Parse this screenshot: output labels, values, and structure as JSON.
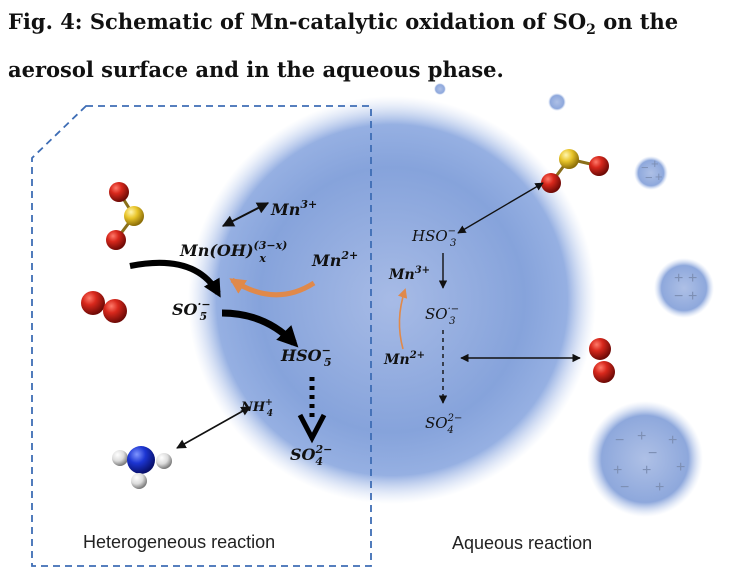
{
  "figure": {
    "title_prefix": "Fig. 4: Schematic of Mn-catalytic oxidation of SO",
    "title_sub": "2",
    "title_suffix": " on the aerosol surface and in the aqueous phase."
  },
  "regions": {
    "heterogeneous_label": "Heterogeneous reaction",
    "aqueous_label": "Aqueous reaction"
  },
  "heterogeneous": {
    "mn3": {
      "base": "Mn",
      "sup": "3+"
    },
    "mn_oh": {
      "base": "Mn(OH)",
      "sub": "x",
      "sup": "(3−x)"
    },
    "mn2": {
      "base": "Mn",
      "sup": "2+"
    },
    "so5_radical": {
      "base": "SO",
      "sub": "5",
      "sup": "·−"
    },
    "hso5": {
      "base": "HSO",
      "sub": "5",
      "sup": "−"
    },
    "so4": {
      "base": "SO",
      "sub": "4",
      "sup": "2−"
    },
    "nh4": {
      "base": "NH",
      "sub": "4",
      "sup": "+"
    }
  },
  "aqueous": {
    "hso3": {
      "base": "HSO",
      "sub": "3",
      "sup": "−"
    },
    "mn3": {
      "base": "Mn",
      "sup": "3+"
    },
    "so3_radical": {
      "base": "SO",
      "sub": "3",
      "sup": "·−"
    },
    "mn2": {
      "base": "Mn",
      "sup": "2+"
    },
    "so4": {
      "base": "SO",
      "sub": "4",
      "sup": "2−"
    }
  },
  "droplet_charges": {
    "small": [
      "−",
      "+",
      "−",
      "+"
    ],
    "medium": [
      "+",
      "+",
      "−",
      "+"
    ],
    "large": [
      "−",
      "+",
      "+",
      "+",
      "−",
      "+",
      "+",
      "−",
      "+"
    ]
  },
  "colors": {
    "droplet": "#7e9fd9",
    "orange_arrow": "#e0894a",
    "oxygen": "#c41e14",
    "sulfur": "#e6c42a",
    "nitrogen": "#1832c8",
    "hydrogen": "#e8e8e8",
    "dashed_box": "#3e6db5"
  }
}
